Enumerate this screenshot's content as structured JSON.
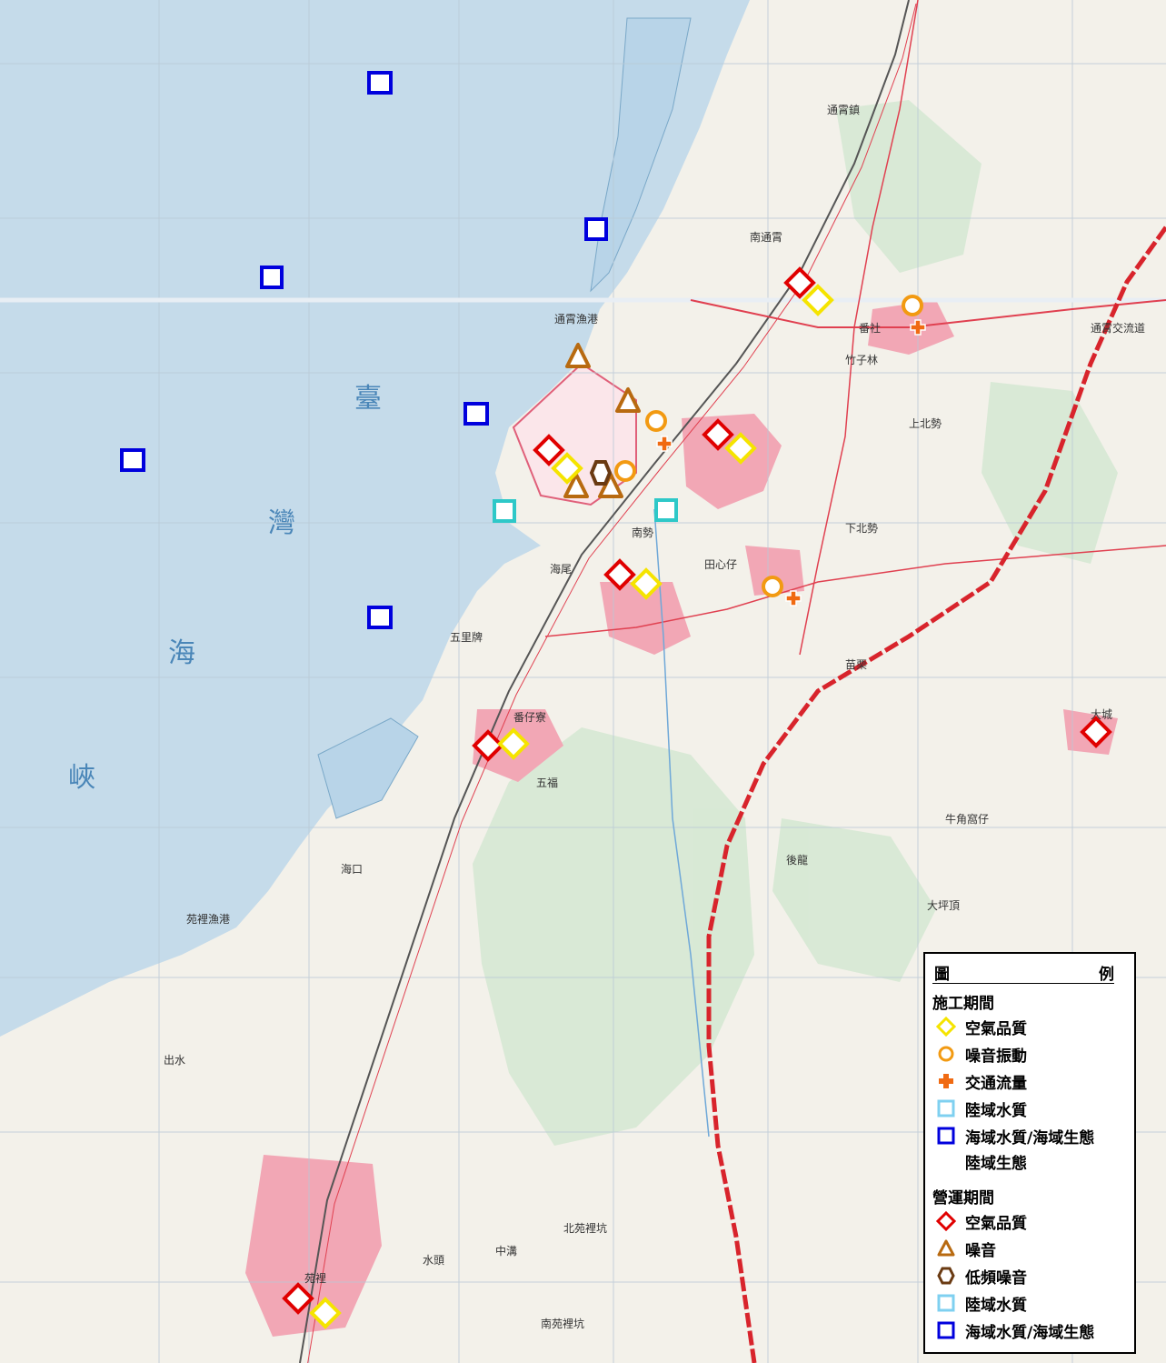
{
  "place_labels": [
    "通霄鎮",
    "南通霄",
    "番社",
    "竹子林",
    "上北勢",
    "南勢",
    "田心仔",
    "海尾",
    "五里牌",
    "苗栗",
    "番仔寮",
    "五福",
    "大城",
    "後龍",
    "牛角窩仔",
    "海口",
    "苑裡",
    "出水",
    "水頭",
    "中溝",
    "南苑裡坑",
    "北苑裡坑",
    "通霄漁港",
    "苑裡漁港",
    "下北勢",
    "通霄交流道",
    "大坪頂"
  ],
  "sea_labels": [
    "臺",
    "灣",
    "海",
    "峽"
  ],
  "legend": {
    "title_left": "圖",
    "title_right": "例",
    "construction": {
      "heading": "施工期間",
      "items": [
        {
          "symbol": "diamond-yellow",
          "label": "空氣品質"
        },
        {
          "symbol": "circle-orange",
          "label": "噪音振動"
        },
        {
          "symbol": "gear-orange",
          "label": "交通流量"
        },
        {
          "symbol": "square-cyan",
          "label": "陸域水質"
        },
        {
          "symbol": "square-blue",
          "label": "海域水質/海域生態",
          "continuation": "陸域生態"
        }
      ]
    },
    "operation": {
      "heading": "營運期間",
      "items": [
        {
          "symbol": "diamond-red",
          "label": "空氣品質"
        },
        {
          "symbol": "triangle-brown",
          "label": "噪音"
        },
        {
          "symbol": "hexagon-darkbrown",
          "label": "低頻噪音"
        },
        {
          "symbol": "square-cyan",
          "label": "陸域水質"
        },
        {
          "symbol": "square-blue",
          "label": "海域水質/海域生態"
        }
      ]
    }
  },
  "colors": {
    "sea": "#c5dbea",
    "land": "#f3f1ea",
    "urban": "#f2a7b5",
    "hill": "#cfe4cf",
    "highway": "#d8242c",
    "diamond_yellow": "#f5e400",
    "diamond_red": "#e00000",
    "circle_orange": "#f29a12",
    "gear_orange": "#f06a12",
    "square_cyan": "#2ec8c8",
    "square_blue": "#0000dd",
    "triangle_brown": "#b86a10",
    "hexagon_darkbrown": "#6a3a12"
  }
}
